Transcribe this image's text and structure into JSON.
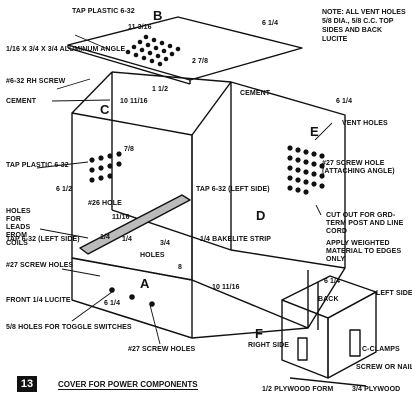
{
  "note": "NOTE: ALL VENT HOLES 5/8 DIA., 5/8 C.C. TOP SIDES AND BACK LUCITE",
  "figure": {
    "number": "13",
    "caption": "COVER FOR POWER COMPONENTS"
  },
  "panels": {
    "a": "A",
    "b": "B",
    "c": "C",
    "d": "D",
    "e": "E",
    "f": "F"
  },
  "labels": {
    "tap_plastic_top": "TAP PLASTIC 6-32",
    "aluminum_angle": "1/16 X 3/4 X 3/4 ALUMINUM ANGLE",
    "rh_screw": "#6-32 RH SCREW",
    "cement_left": "CEMENT",
    "cement_right": "CEMENT",
    "vent_holes": "VENT HOLES",
    "tap_plastic_left": "TAP PLASTIC 6-32",
    "screw_hole_27_right": "#27 SCREW HOLE (ATTACHING ANGLE)",
    "holes_for_leads": "HOLES FOR LEADS FROM COILS",
    "num_26_hole": "#26 HOLE",
    "tap_left_side_mid": "TAP 6-32 (LEFT SIDE)",
    "tap_left_side_low": "TAP 6-32 (LEFT SIDE)",
    "bakelite_strip": "1/4 BAKELITE STRIP",
    "holes_label": "HOLES",
    "cut_out": "CUT OUT FOR GRD-TERM POST AND LINE CORD",
    "screw_holes_27_left": "#27 SCREW HOLES",
    "apply_weighted": "APPLY WEIGHTED MATERIAL TO EDGES ONLY",
    "front_lucite": "FRONT 1/4 LUCITE",
    "holes_toggle": "5/8 HOLES FOR TOGGLE SWITCHES",
    "screw_holes_27_bottom": "#27 SCREW HOLES",
    "back": "BACK",
    "left_side": "LEFT SIDE",
    "right_side": "RIGHT SIDE",
    "c_clamps": "C-CLAMPS",
    "screw_or_nail": "SCREW OR NAIL",
    "plywood_form": "1/2 PLYWOOD FORM",
    "plywood_34": "3/4 PLYWOOD"
  },
  "dims": {
    "top_width": "6 1/4",
    "top_depth": "11 3/16",
    "angle_len": "2 7/8",
    "c_depth": "10 11/16",
    "c_height": "1 1/2",
    "top_right": "6 1/4",
    "left_height": "6 1/2",
    "vent_small": "7/8",
    "hole_11_16": "11/16",
    "quarter_a": "1/4",
    "quarter_b": "1/4",
    "three_quarter": "3/4",
    "eight": "8",
    "d_depth": "10 11/16",
    "front_width": "6 1/4",
    "side_right": "6 1/4"
  },
  "colors": {
    "ink": "#111111",
    "paper": "#ffffff"
  }
}
